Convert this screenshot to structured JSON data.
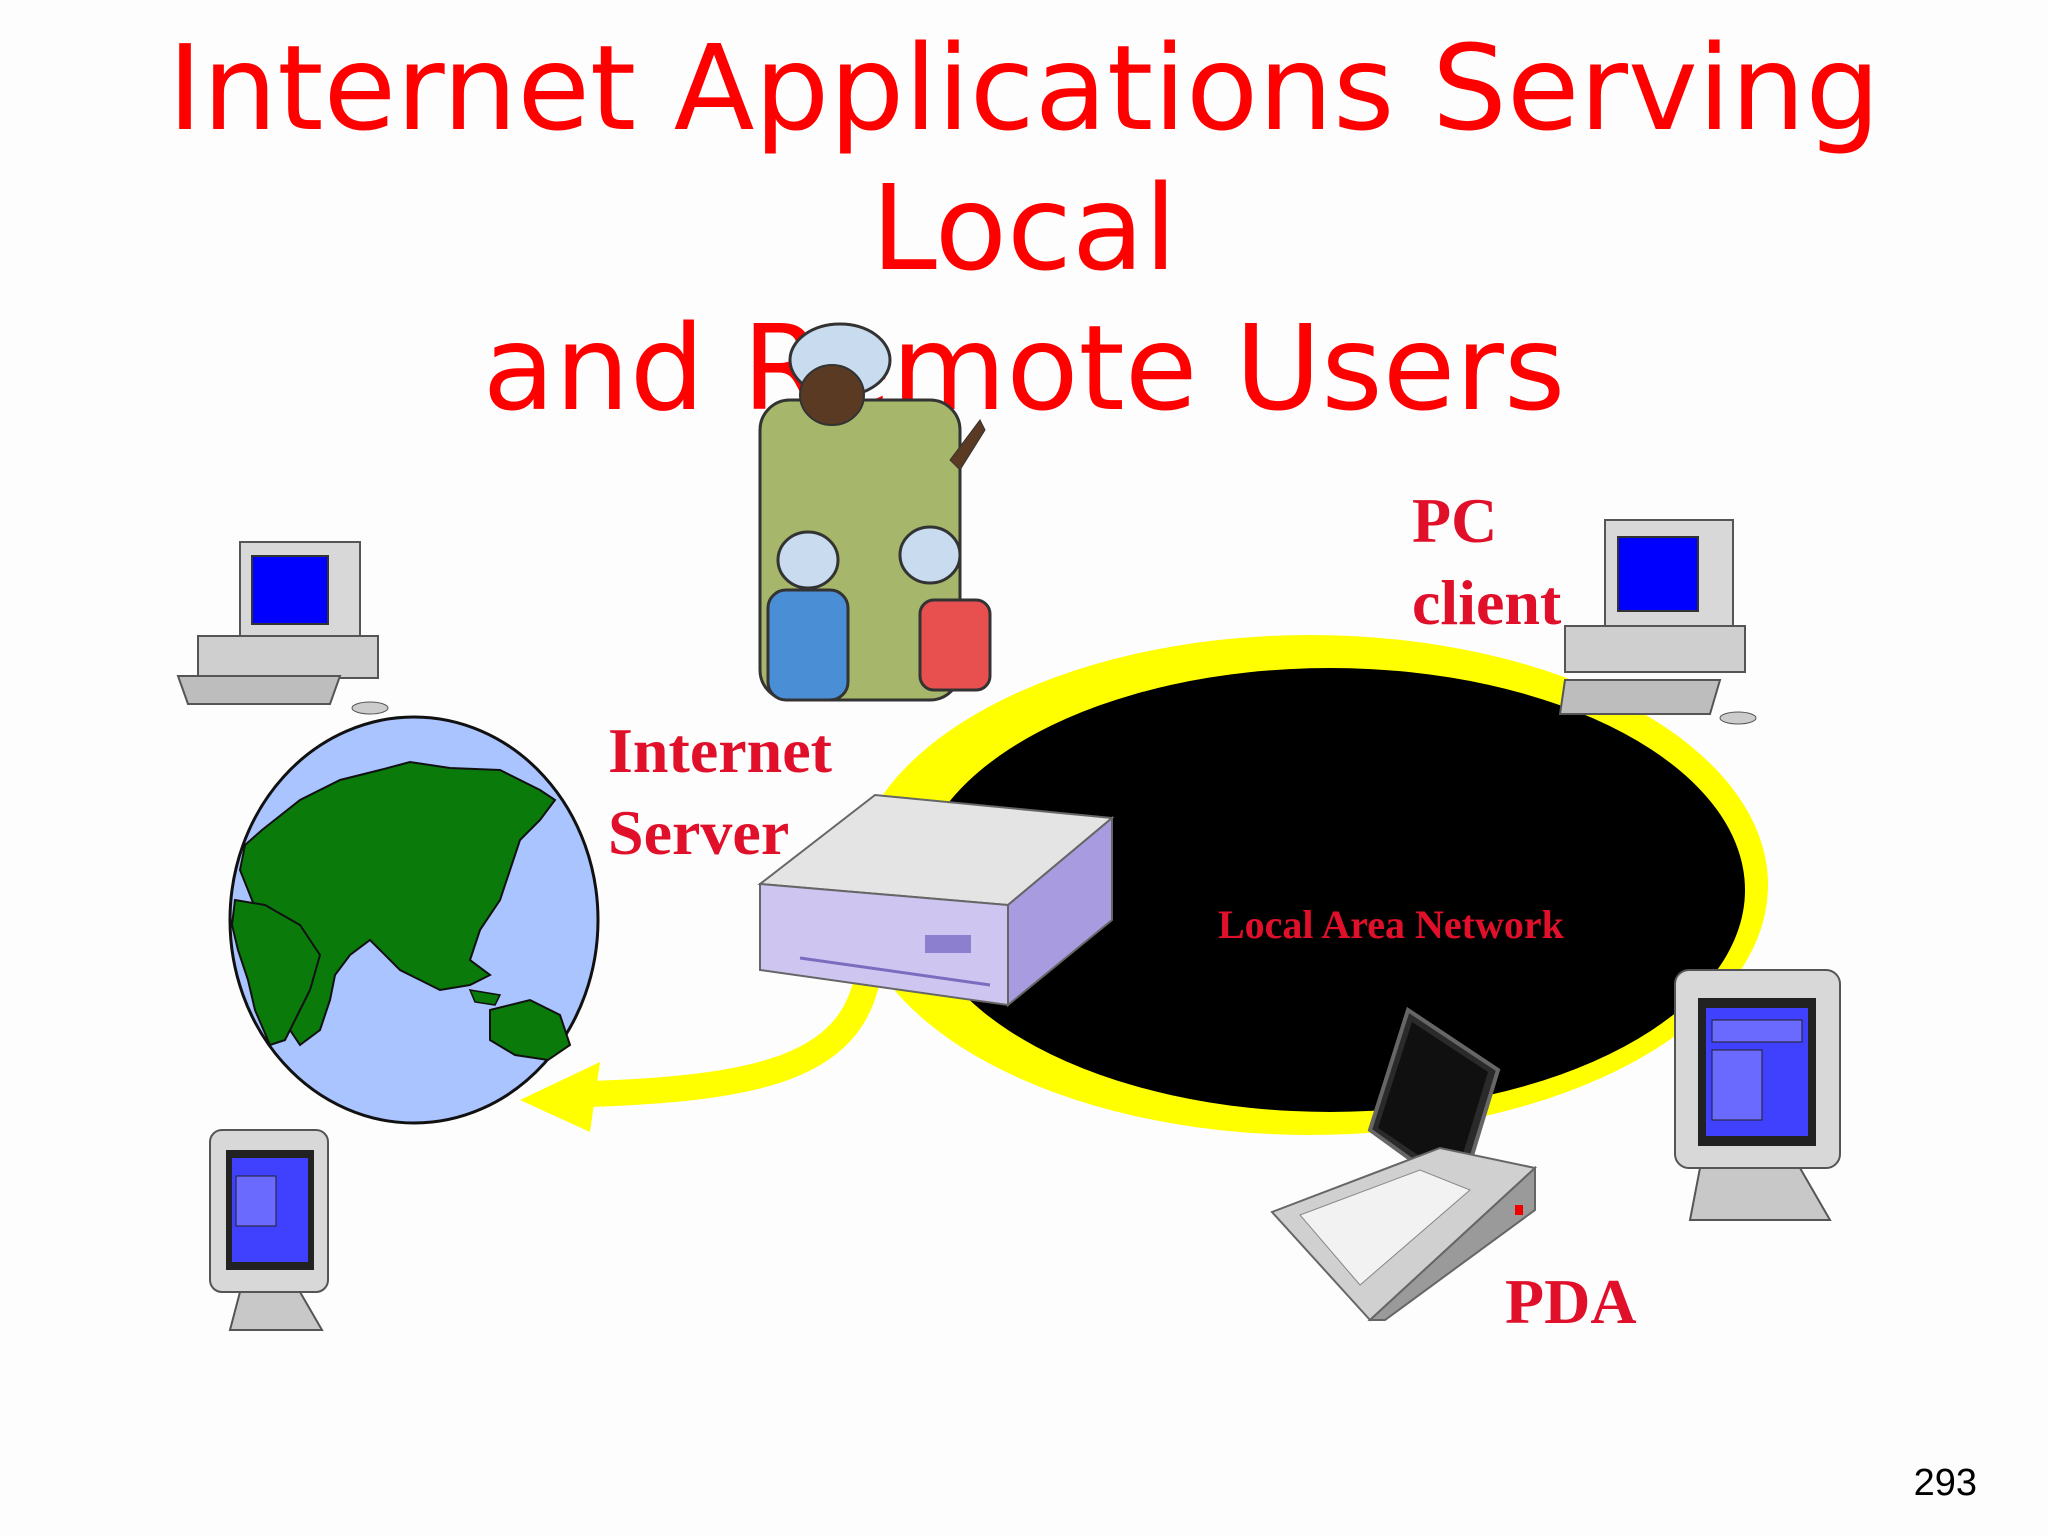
{
  "title": {
    "line1": "Internet Applications Serving Local",
    "line2": "and Remote Users"
  },
  "labels": {
    "pc_client_line1": "PC",
    "pc_client_line2": "client",
    "internet_server_line1": "Internet",
    "internet_server_line2": "Server",
    "lan": "Local Area Network",
    "pda": "PDA"
  },
  "page_number": "293",
  "colors": {
    "title": "#ff0000",
    "labels": "#e0102a",
    "lan_ring": "#ffff00",
    "lan_fill": "#000000",
    "globe_ocean": "#a9c4ff",
    "globe_land": "#0a7a0a",
    "screen": "#0000ff"
  }
}
